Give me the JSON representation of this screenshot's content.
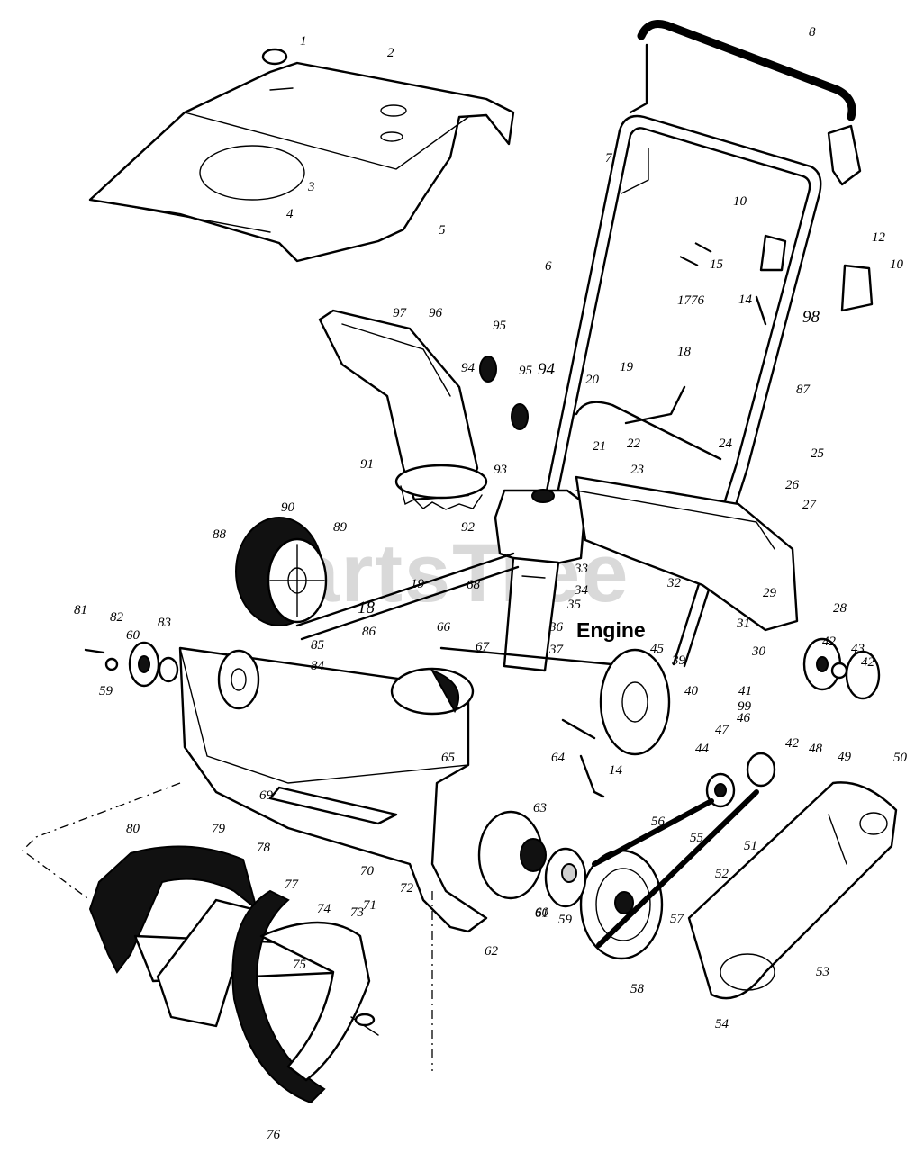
{
  "diagram": {
    "watermark": "PartsTree",
    "engine_label": "Engine",
    "callouts": [
      "1",
      "2",
      "3",
      "4",
      "5",
      "6",
      "7",
      "8",
      "10",
      "10",
      "12",
      "14",
      "15",
      "17",
      "76",
      "18",
      "19",
      "20",
      "21",
      "22",
      "23",
      "24",
      "25",
      "26",
      "27",
      "28",
      "29",
      "30",
      "31",
      "32",
      "33",
      "34",
      "35",
      "36",
      "37",
      "39",
      "40",
      "41",
      "42",
      "43",
      "42",
      "42",
      "44",
      "45",
      "46",
      "47",
      "48",
      "49",
      "50",
      "51",
      "52",
      "53",
      "54",
      "55",
      "56",
      "57",
      "58",
      "59",
      "59",
      "60",
      "60",
      "61",
      "62",
      "63",
      "64",
      "14",
      "65",
      "66",
      "67",
      "68",
      "69",
      "70",
      "71",
      "72",
      "73",
      "74",
      "75",
      "76",
      "77",
      "78",
      "79",
      "80",
      "81",
      "82",
      "83",
      "84",
      "85",
      "86",
      "18",
      "19",
      "87",
      "88",
      "89",
      "90",
      "91",
      "92",
      "93",
      "94",
      "94",
      "95",
      "95",
      "96",
      "97",
      "98",
      "99"
    ]
  }
}
